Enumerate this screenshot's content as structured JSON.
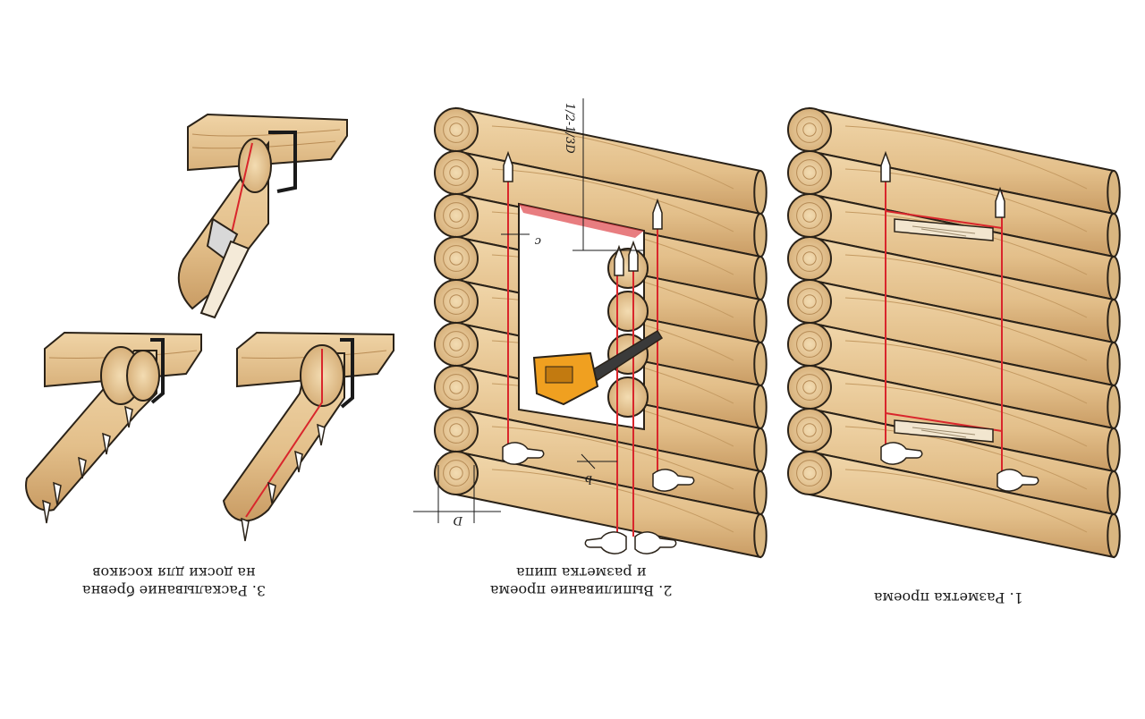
{
  "panels": [
    {
      "number_label": "1.",
      "caption_lines": [
        "Разметка проема"
      ]
    },
    {
      "number_label": "2.",
      "caption_lines": [
        "Выпиливание проема",
        "и разметка шипа"
      ]
    },
    {
      "number_label": "3.",
      "caption_lines": [
        "Раскалывание бревна",
        "на доски для косяков"
      ]
    }
  ],
  "dimensions": {
    "top_fraction": "1/2-1/3D",
    "c": "c",
    "b": "b",
    "d": "D"
  },
  "colors": {
    "wood": "#e8c898",
    "wood_dark": "#c9a06a",
    "outline": "#2a2218",
    "mark_line": "#d9262c",
    "saw": "#f0a020"
  },
  "icons": [
    "nail-icon",
    "hand-icon",
    "chainsaw-icon",
    "level-icon",
    "axe-icon",
    "clamp-icon"
  ]
}
